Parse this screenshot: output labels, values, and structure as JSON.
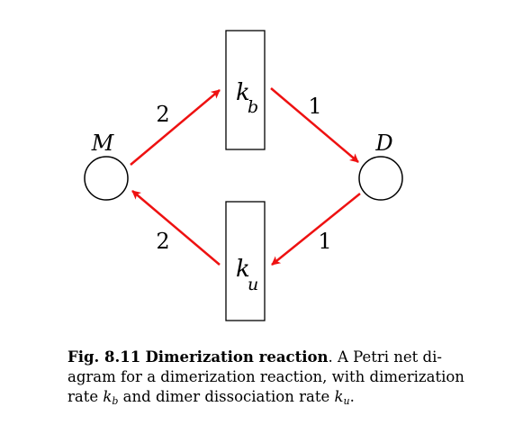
{
  "places": {
    "monomer": "M",
    "dimer": "D"
  },
  "transitions": {
    "binding": {
      "symbol": "k",
      "subscript": "b"
    },
    "unbinding": {
      "symbol": "k",
      "subscript": "u"
    }
  },
  "arc_weights": {
    "m_to_kb": "2",
    "kb_to_d": "1",
    "d_to_ku": "1",
    "ku_to_m": "2"
  },
  "caption": {
    "fig_label": "Fig. 8.11",
    "title": "Dimerization reaction",
    "line1_rest": ". A Petri net di-",
    "line2": "agram for a dimerization reaction, with dimerization",
    "line3_a": "rate ",
    "kb_symbol": "k",
    "kb_sub": "b",
    "line3_b": " and dimer dissociation rate ",
    "ku_symbol": "k",
    "ku_sub": "u",
    "line3_end": "."
  },
  "colors": {
    "arc": "#ee1111",
    "outline": "#000000"
  }
}
